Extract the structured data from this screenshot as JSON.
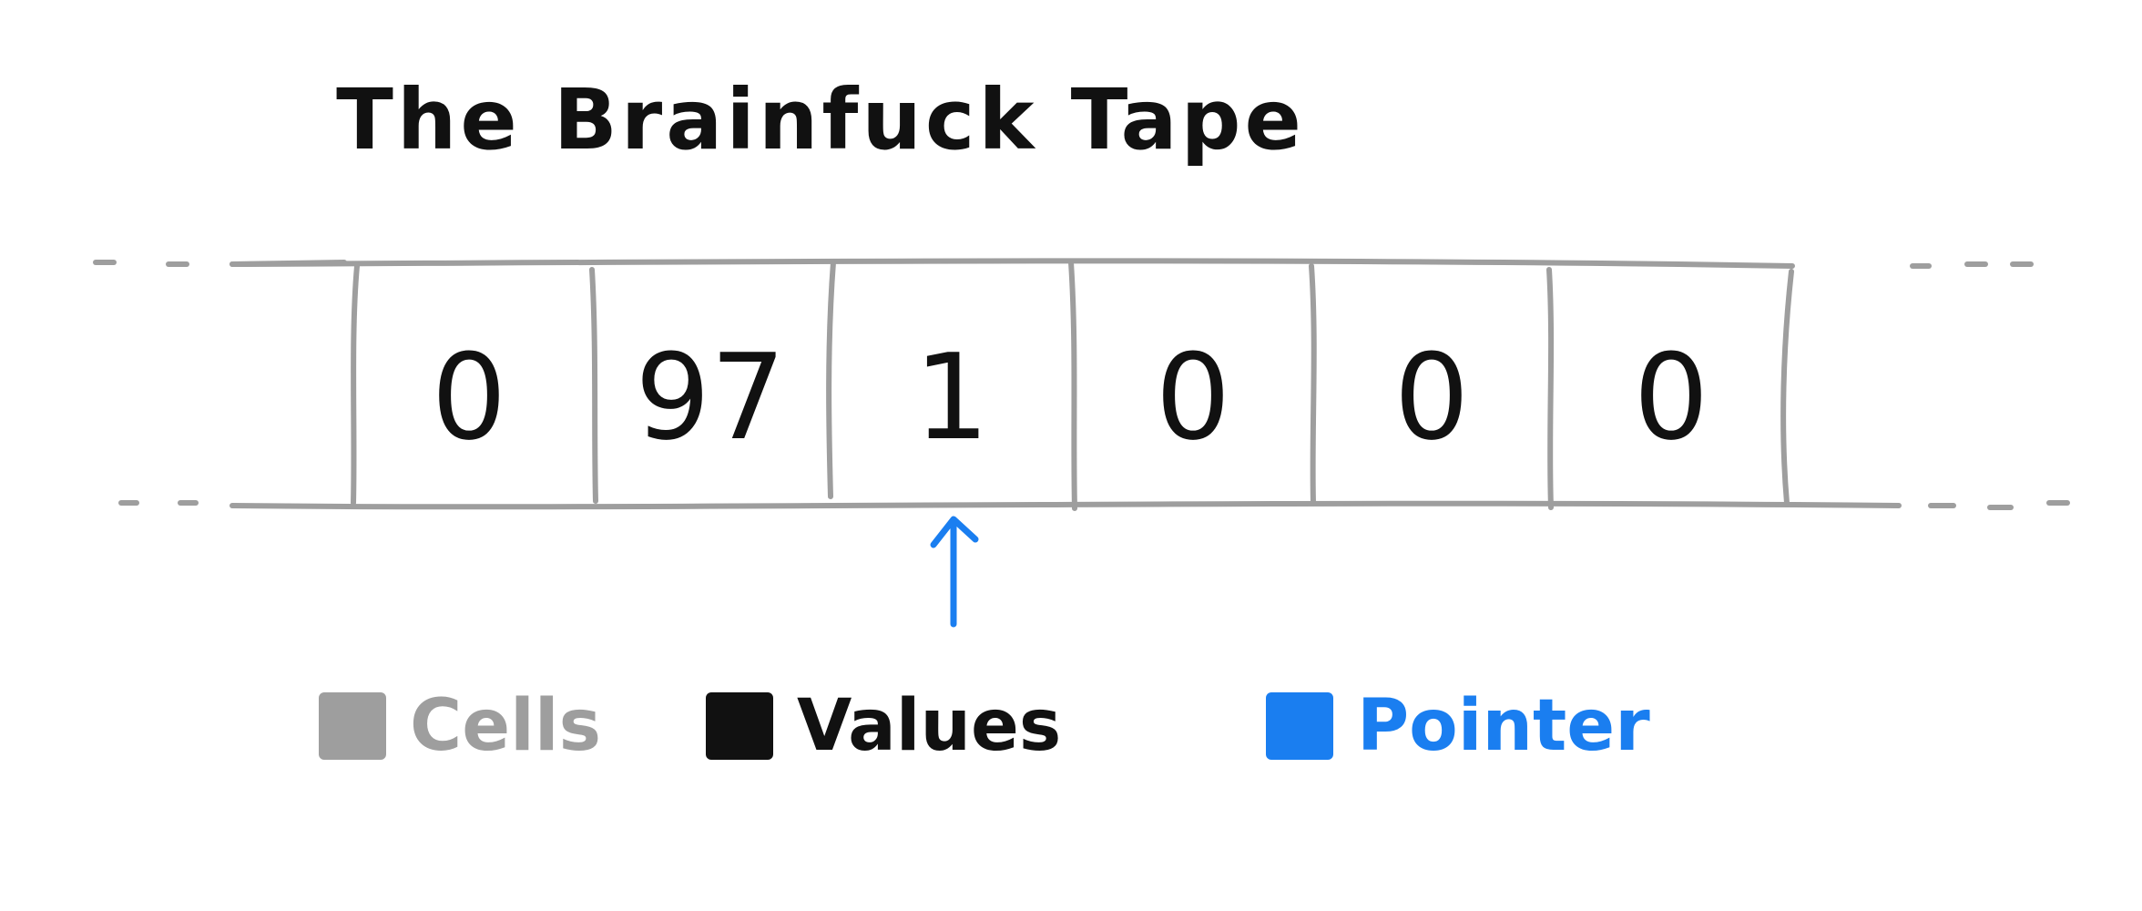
{
  "title": "The Brainfuck Tape",
  "cells": [
    "0",
    "97",
    "1",
    "0",
    "0",
    "0"
  ],
  "pointer_index": 2,
  "legend": [
    {
      "label": "Cells",
      "color": "#9e9e9e"
    },
    {
      "label": "Values",
      "color": "#111111"
    },
    {
      "label": "Pointer",
      "color": "#1a7ef0"
    }
  ],
  "colors": {
    "tape": "#9e9e9e",
    "value": "#111111",
    "pointer": "#1a7ef0"
  }
}
